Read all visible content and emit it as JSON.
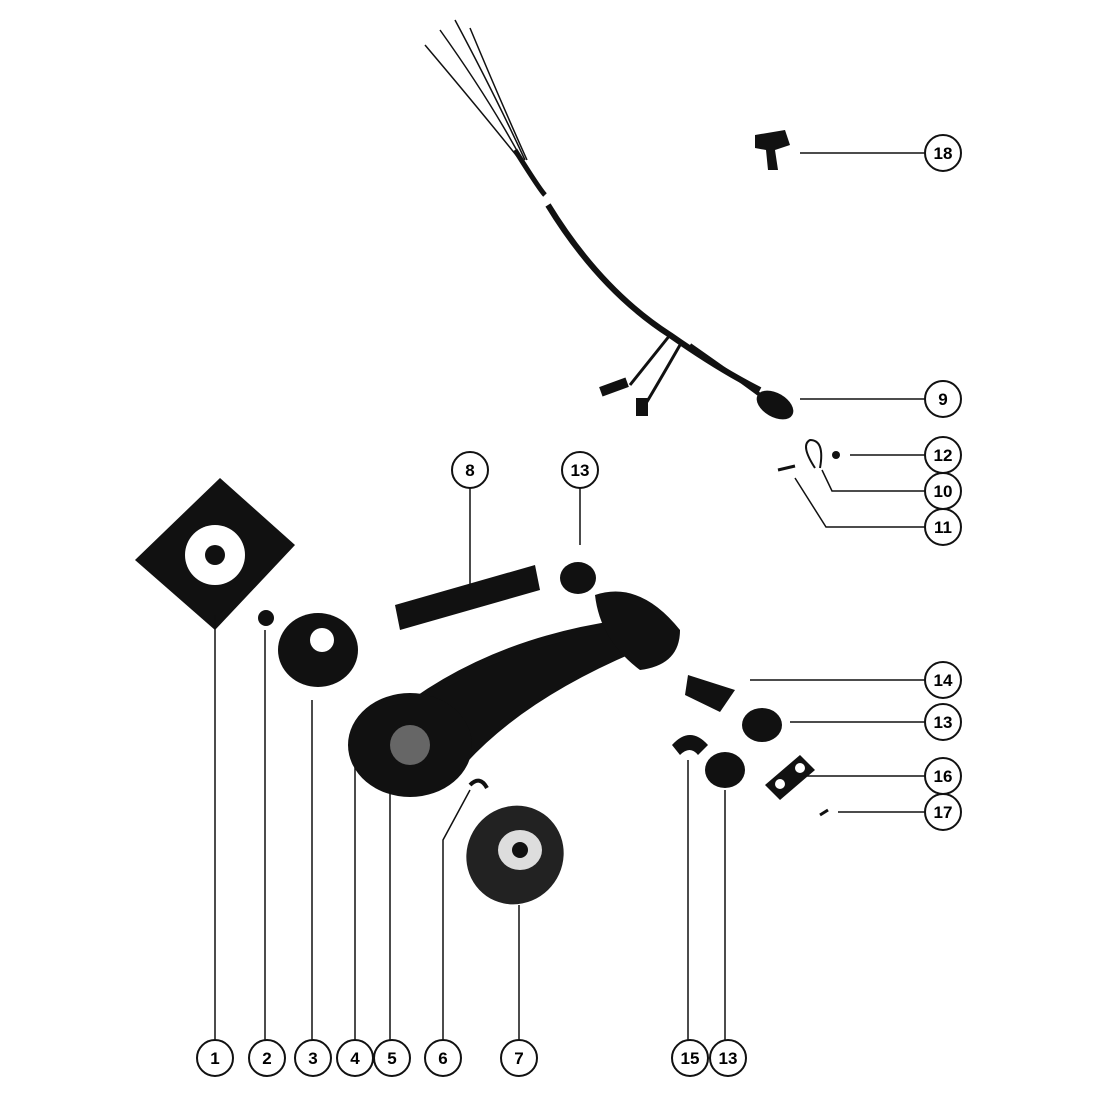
{
  "diagram": {
    "type": "exploded-parts-diagram",
    "callouts": [
      {
        "id": "c18",
        "label": "18"
      },
      {
        "id": "c9",
        "label": "9"
      },
      {
        "id": "c12",
        "label": "12"
      },
      {
        "id": "c10",
        "label": "10"
      },
      {
        "id": "c11",
        "label": "11"
      },
      {
        "id": "c8",
        "label": "8"
      },
      {
        "id": "c13a",
        "label": "13"
      },
      {
        "id": "c14",
        "label": "14"
      },
      {
        "id": "c13b",
        "label": "13"
      },
      {
        "id": "c16",
        "label": "16"
      },
      {
        "id": "c17",
        "label": "17"
      },
      {
        "id": "c1",
        "label": "1"
      },
      {
        "id": "c2",
        "label": "2"
      },
      {
        "id": "c3",
        "label": "3"
      },
      {
        "id": "c4",
        "label": "4"
      },
      {
        "id": "c5",
        "label": "5"
      },
      {
        "id": "c6",
        "label": "6"
      },
      {
        "id": "c7",
        "label": "7"
      },
      {
        "id": "c15",
        "label": "15"
      },
      {
        "id": "c13c",
        "label": "13"
      }
    ],
    "colors": {
      "ink": "#111111",
      "paper": "#ffffff"
    }
  }
}
